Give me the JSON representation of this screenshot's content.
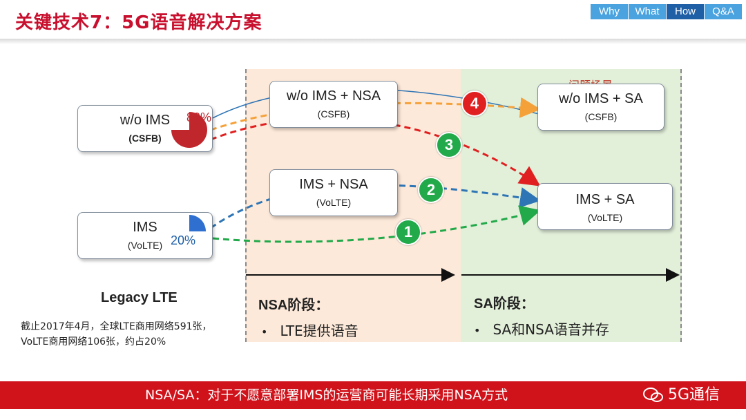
{
  "header": {
    "title": "关键技术7：5G语音解决方案",
    "nav_tabs": [
      "Why",
      "What",
      "How",
      "Q&A"
    ],
    "active_tab": "How"
  },
  "boxes": {
    "wo_ims": {
      "main": "w/o IMS",
      "sub": "(CSFB)",
      "percent": "80%"
    },
    "ims": {
      "main": "IMS",
      "sub": "(VoLTE)",
      "percent": "20%"
    },
    "wo_ims_nsa": {
      "main": "w/o IMS + NSA",
      "sub": "(CSFB)"
    },
    "ims_nsa": {
      "main": "IMS + NSA",
      "sub": "(VoLTE)"
    },
    "wo_ims_sa": {
      "main": "w/o IMS + SA",
      "sub": "(CSFB)"
    },
    "ims_sa": {
      "main": "IMS + SA",
      "sub": "(VoLTE)"
    }
  },
  "scenario_label": "问题场景",
  "paths": {
    "p1": "1",
    "p2": "2",
    "p3": "3",
    "p4": "4"
  },
  "stages": {
    "legacy": {
      "title": "Legacy LTE",
      "note": "截止2017年4月，全球LTE商用网络591张，VoLTE商用网络106张，约占20%"
    },
    "nsa": {
      "title": "NSA阶段：",
      "bullet": "LTE提供语音"
    },
    "sa": {
      "title": "SA阶段：",
      "bullet": "SA和NSA语音并存"
    }
  },
  "footer": {
    "text": "NSA/SA：对于不愿意部署IMS的运营商可能长期采用NSA方式",
    "logo": "5G通信"
  },
  "colors": {
    "brand_red": "#d0121b",
    "nav_blue": "#4aa3df",
    "nav_active": "#1f5fa6"
  }
}
